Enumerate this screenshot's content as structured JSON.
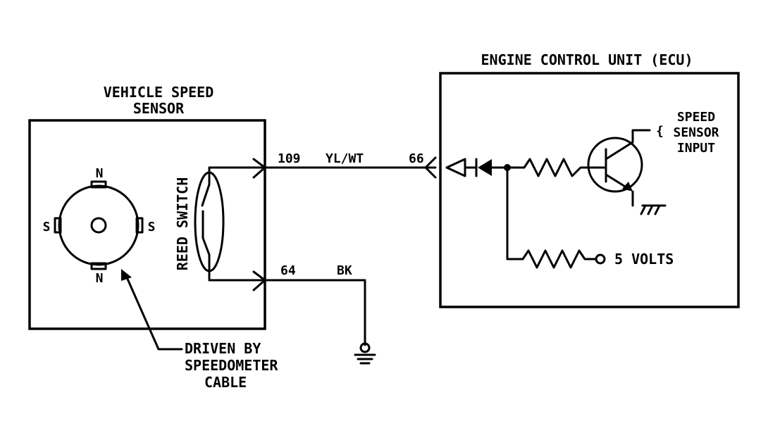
{
  "ecu": {
    "title": "ENGINE CONTROL UNIT (ECU)",
    "speed_sensor_input": [
      "SPEED",
      "SENSOR",
      "INPUT"
    ],
    "supply": "5 VOLTS"
  },
  "sensor": {
    "title_line1": "VEHICLE SPEED",
    "title_line2": "SENSOR",
    "reed_switch": "REED SWITCH",
    "pole_n": "N",
    "pole_s": "S",
    "driven_by": [
      "DRIVEN BY",
      "SPEEDOMETER",
      "CABLE"
    ]
  },
  "wires": {
    "signal_sensor_pin": "109",
    "signal_color": "YL/WT",
    "signal_ecu_pin": "66",
    "ground_pin": "64",
    "ground_color": "BK"
  }
}
